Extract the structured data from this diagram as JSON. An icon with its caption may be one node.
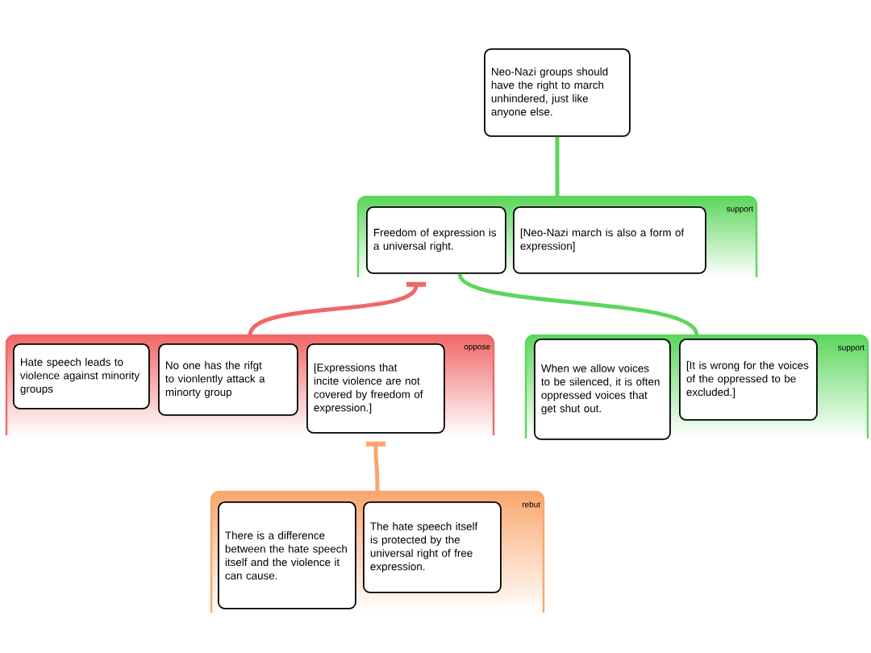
{
  "diagram": {
    "nodes": [
      {
        "text": [
          "Neo-Nazi groups should have the right to march unhindered, just like anyone else."
        ]
      },
      {
        "text": [
          "support"
        ]
      },
      {
        "text": [
          "Freedom of expression is a universal right."
        ],
        "in": 1
      },
      {
        "text": [
          "[Neo-Nazi march is also a form of expression]"
        ],
        "in": 1
      },
      {
        "text": [
          "oppose"
        ]
      },
      {
        "text": [
          "Hate speech leads to violence against minority groups"
        ],
        "in": 4
      },
      {
        "text": [
          "No one has the rifgt to vionlently attack a minorty group"
        ],
        "in": 4
      },
      {
        "text": [
          "[Expressions that incite violence are not covered by freedom of expression.]"
        ],
        "in": 4
      },
      {
        "text": [
          "support"
        ]
      },
      {
        "text": [
          "When we allow voices to be silenced, it is often oppressed voices that get shut out."
        ],
        "in": 8
      },
      {
        "text": [
          "[It is wrong for the voices of the oppressed to be excluded.]"
        ],
        "in": 8
      },
      {
        "text": [
          "rebut"
        ]
      },
      {
        "text": [
          "There is a difference between the hate speech itself and the violence it can cause."
        ],
        "in": 11
      },
      {
        "text": [
          "The hate speech itself is protected by the universal right of free expression."
        ],
        "in": 11
      }
    ],
    "edges": [
      {
        "from": 1,
        "to": 0,
        "arrow": "none",
        "color": "#5cd65c"
      },
      {
        "from": 4,
        "to": 2,
        "arrow": "other",
        "color": "#f06767"
      },
      {
        "from": 8,
        "to": 2,
        "arrow": "none",
        "color": "#5cd65c"
      },
      {
        "from": 11,
        "to": 7,
        "arrow": "other",
        "color": "#f9a66c"
      }
    ]
  }
}
